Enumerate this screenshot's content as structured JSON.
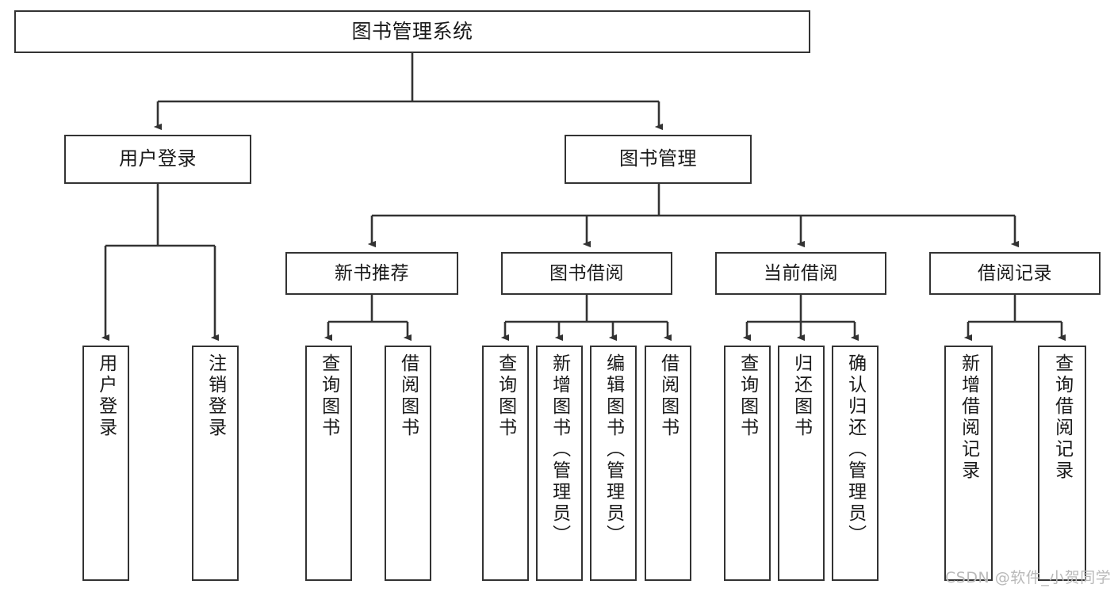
{
  "diagram": {
    "title": "图书管理系统",
    "type": "tree-hierarchy-chart",
    "watermark": "CSDN @软件_小贺同学",
    "line_color": "#333333",
    "box_fill": "#ffffff",
    "text_color": "#1a1a1a"
  },
  "nodes": {
    "root": {
      "label": "图书管理系统"
    },
    "level2": [
      {
        "label": "用户登录"
      },
      {
        "label": "图书管理"
      }
    ],
    "level3": [
      {
        "label": "新书推荐"
      },
      {
        "label": "图书借阅"
      },
      {
        "label": "当前借阅"
      },
      {
        "label": "借阅记录"
      }
    ],
    "leaves": {
      "user_login": [
        {
          "label": "用户登录"
        },
        {
          "label": "注销登录"
        }
      ],
      "new_book_recommend": [
        {
          "label": "查询图书"
        },
        {
          "label": "借阅图书"
        }
      ],
      "book_borrow": [
        {
          "label": "查询图书"
        },
        {
          "label": "新增图书（管理员）"
        },
        {
          "label": "编辑图书（管理员）"
        },
        {
          "label": "借阅图书"
        }
      ],
      "current_borrow": [
        {
          "label": "查询图书"
        },
        {
          "label": "归还图书"
        },
        {
          "label": "确认归还（管理员）"
        }
      ],
      "borrow_record": [
        {
          "label": "新增借阅记录"
        },
        {
          "label": "查询借阅记录"
        }
      ]
    }
  }
}
